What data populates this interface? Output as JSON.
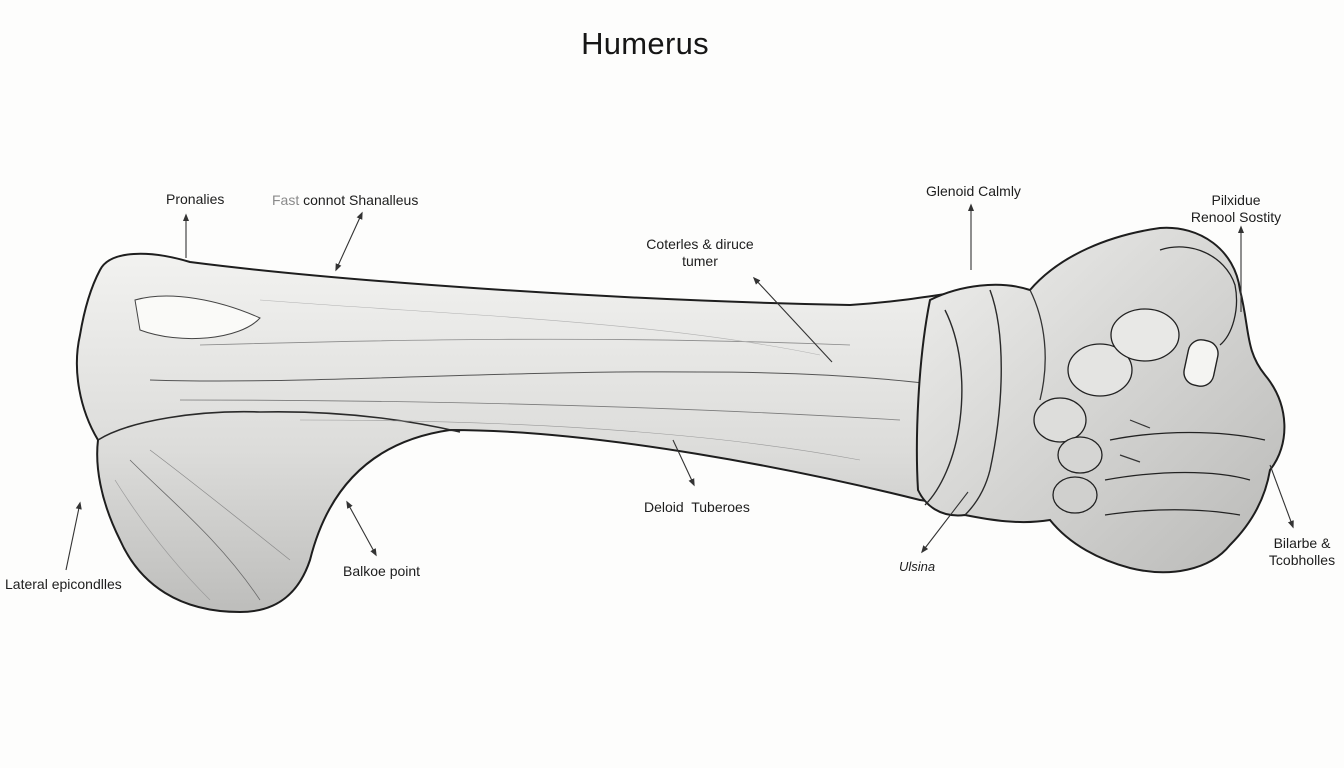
{
  "diagram": {
    "title": "Humerus",
    "labels": {
      "pronalies": "Pronalies",
      "fast_connot_prefix": "Fast",
      "fast_connot_rest": " connot Shanalleus",
      "coterles_line1": "Coterles & diruce",
      "coterles_line2": "tumer",
      "glenoid": "Glenoid Calmly",
      "pilxidue_line1": "Pilxidue",
      "pilxidue_line2": "Renool Sostity",
      "deloid": "Deloid  Tuberoes",
      "balkoe": "Balkoe point",
      "lateral": "Lateral epicondlles",
      "ulsina": "Ulsina",
      "bilarbe_line1": "Bilarbe &",
      "bilarbe_line2": "Tcobholles"
    }
  }
}
